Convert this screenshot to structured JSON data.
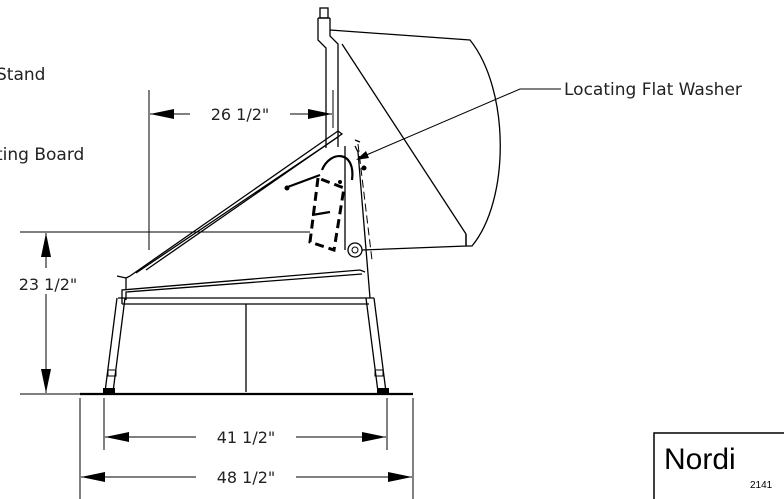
{
  "labels": {
    "stand": "Stand",
    "board": "ting Board",
    "washer": "Locating Flat Washer"
  },
  "dimensions": {
    "top_width": "26 1/2\"",
    "height": "23 1/2\"",
    "inner_width": "41 1/2\"",
    "outer_width": "48 1/2\""
  },
  "title_block": {
    "brand": "Nordi",
    "code": "2141"
  }
}
